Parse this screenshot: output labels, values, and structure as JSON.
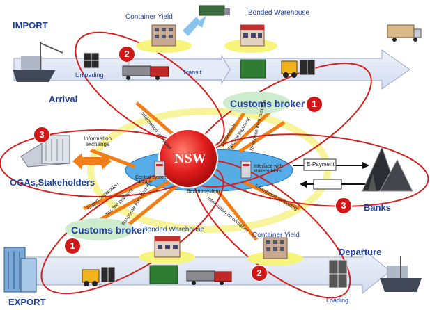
{
  "labels": {
    "import": "IMPORT",
    "export": "EXPORT",
    "arrival": "Arrival",
    "departure": "Departure",
    "container_yield_top": "Container Yield",
    "bonded_warehouse_top": "Bonded Warehouse",
    "unloading": "Unloading",
    "transit": "Transit",
    "customs_broker_top": "Customs broker",
    "customs_broker_bottom": "Customs broker",
    "information_exchange": "Information exchange",
    "ogas_stakeholders": "OGAs,Stakeholders",
    "nsw": "NSW",
    "central_system": "Central system 24/24",
    "backup_system": "Backup system",
    "interface_stakeholders": "Interface with stakeholders",
    "e_payment": "E-Payment",
    "banks": "Banks",
    "bonded_warehouse_bottom": "Bonded Warehouse",
    "container_yield_bottom": "Container Yield",
    "loading": "Loading",
    "info_on_vessel": "Information on vessel",
    "declaration": "Declaration",
    "tax_fee_payment_top": "Tax, fee payment",
    "response_from_customs_top": "Response from customs",
    "export_declaration": "Export declaration",
    "tax_fee_payment_bottom": "Tax, fee payment",
    "response_from_customs_bottom": "Response from customs",
    "information_on_container": "Information on container",
    "information_on_loading": "Information on loading"
  },
  "badges": {
    "b1_top": "1",
    "b2_top": "2",
    "b3_left": "3",
    "b3_right": "3",
    "b1_bottom": "1",
    "b2_bottom": "2"
  },
  "colors": {
    "flow_arrow": "#dde6f4",
    "ellipse_red": "#d42020",
    "hub_blue": "#2a8fe0",
    "nsw_red": "#e02020",
    "yellow_glow": "#f4f07a",
    "orange_arrow": "#f07f1a"
  }
}
